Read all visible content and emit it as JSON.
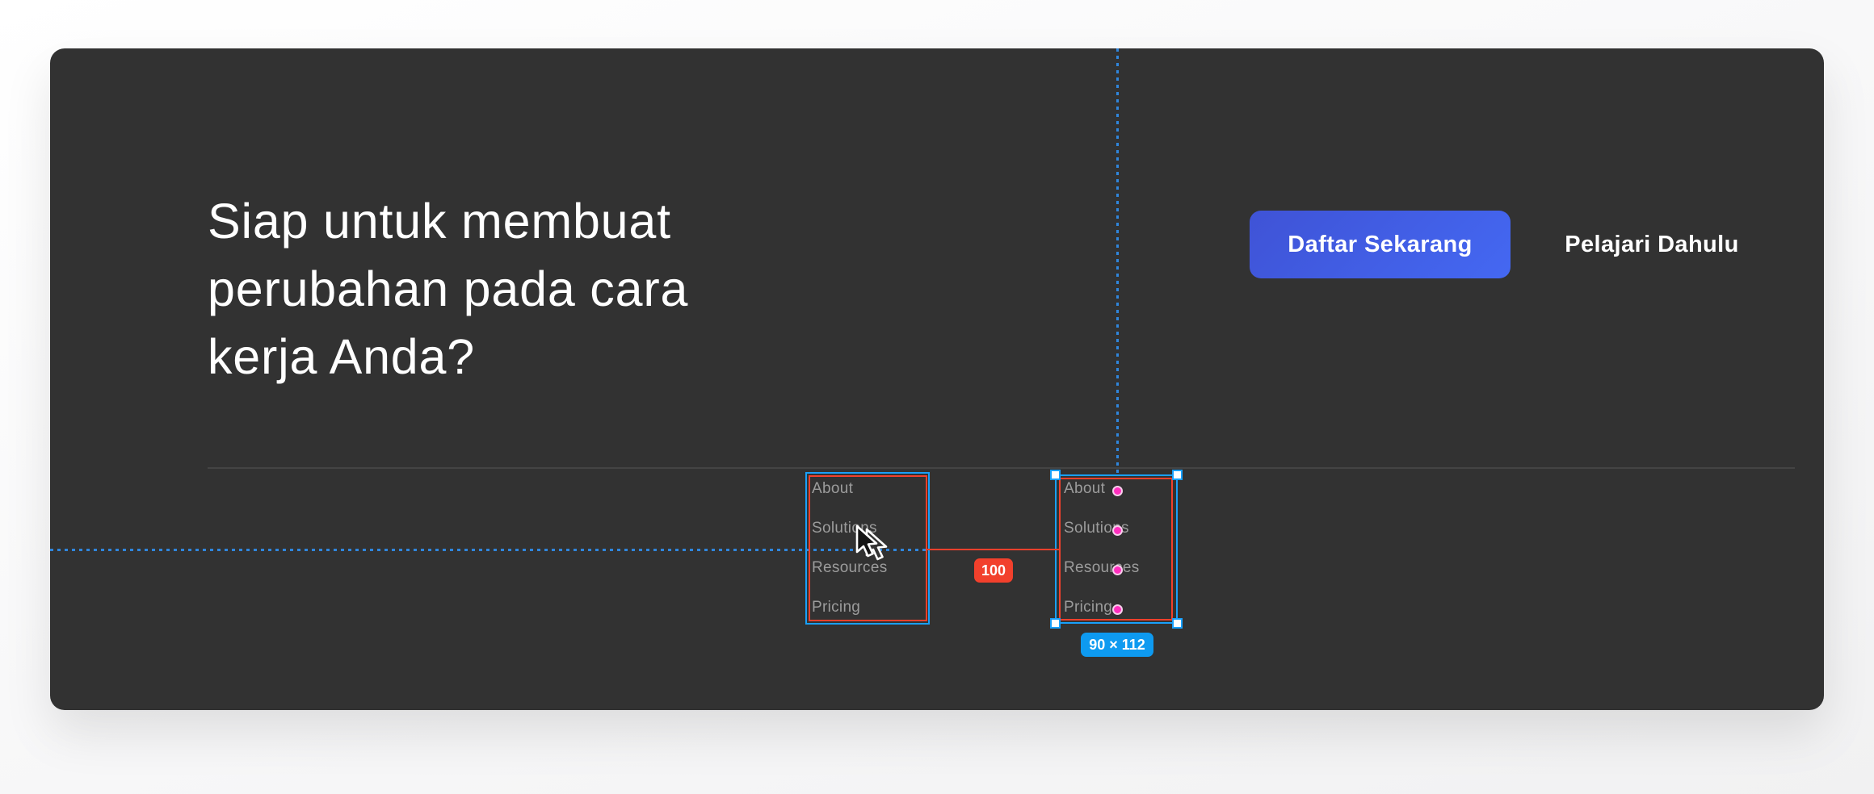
{
  "card": {
    "headline_lines": [
      "Siap untuk membuat",
      "perubahan pada cara",
      "kerja Anda?"
    ],
    "cta_primary_label": "Daftar Sekarang",
    "cta_secondary_label": "Pelajari Dahulu",
    "background_color": "#323232"
  },
  "footer": {
    "left_list": {
      "items": [
        "About",
        "Solutions",
        "Resources",
        "Pricing"
      ]
    },
    "right_list": {
      "items": [
        "About",
        "Solutions",
        "Resources",
        "Pricing"
      ]
    }
  },
  "overlay": {
    "distance_label": "100",
    "size_label": "90 × 112",
    "colors": {
      "selection_blue": "#18a0fb",
      "measure_red": "#f2402c",
      "guide_blue": "#2f86dd",
      "size_badge_blue": "#0e9af0",
      "gap_dot_pink": "#ff2fbf",
      "primary_button_blue": "#4468f2"
    }
  }
}
